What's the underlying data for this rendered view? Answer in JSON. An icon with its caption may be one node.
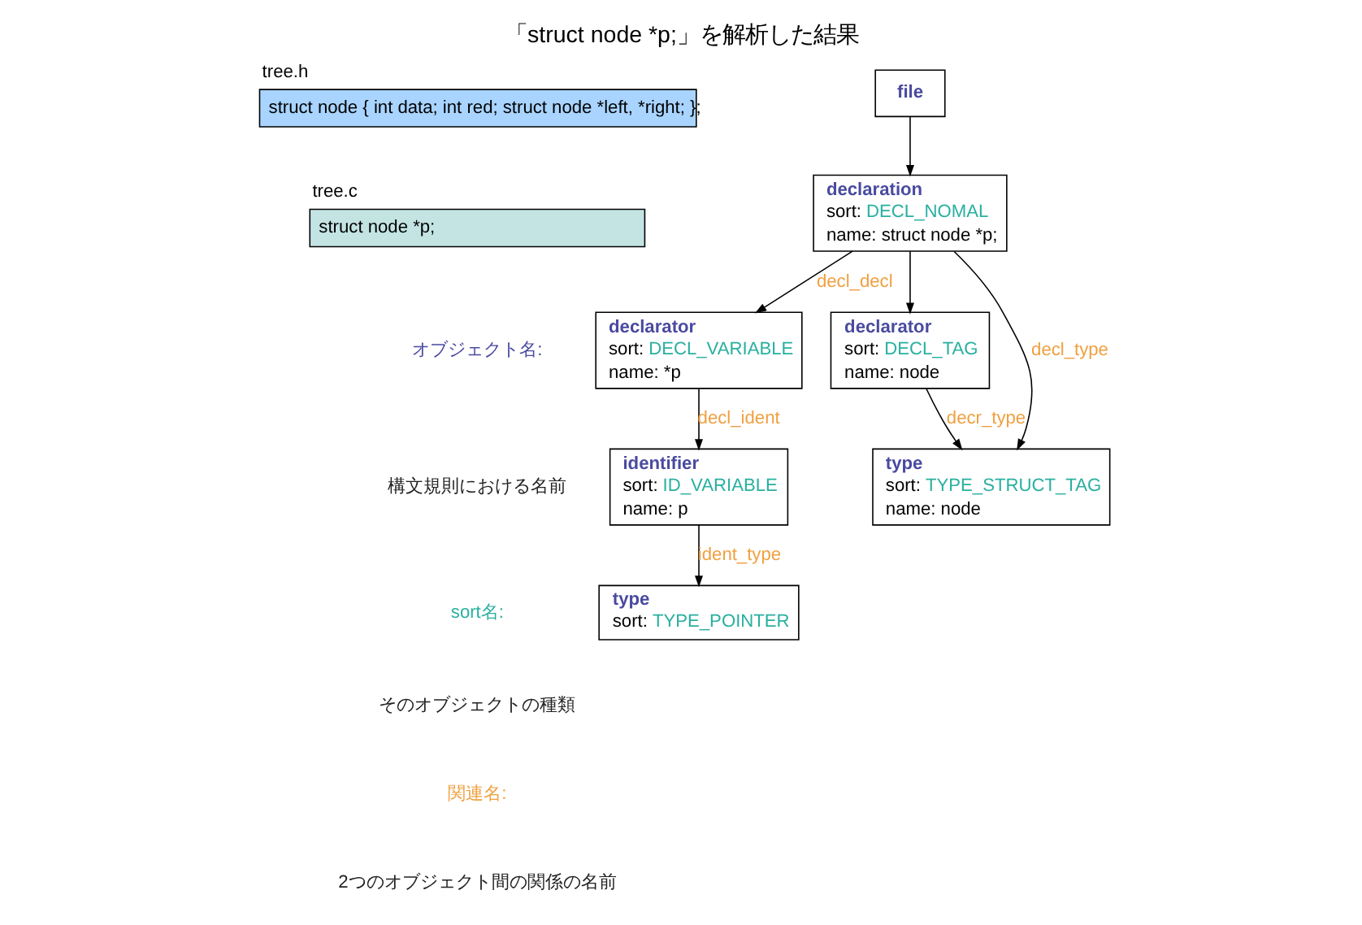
{
  "diagram": {
    "title": "「struct node *p;」を解析した結果",
    "nodes": [
      {
        "text": [
          "tree.h",
          "struct node { int data; int red; struct node *left, *right; };"
        ]
      },
      {
        "text": [
          "tree.c",
          "struct node *p;"
        ]
      },
      {
        "text": [
          "file"
        ]
      },
      {
        "text": [
          "declaration",
          "sort: DECL_NOMAL",
          "name: struct node *p;"
        ]
      },
      {
        "text": [
          "declarator",
          "sort: DECL_VARIABLE",
          "name: *p"
        ]
      },
      {
        "text": [
          "declarator",
          "sort: DECL_TAG",
          "name: node"
        ]
      },
      {
        "text": [
          "identifier",
          "sort: ID_VARIABLE",
          "name: p"
        ]
      },
      {
        "text": [
          "type",
          "sort: TYPE_STRUCT_TAG",
          "name: node"
        ]
      },
      {
        "text": [
          "type",
          "sort: TYPE_POINTER"
        ]
      }
    ],
    "edges": [
      {
        "from": 2,
        "to": 3,
        "arrow": "to"
      },
      {
        "from": 3,
        "to": 4,
        "arrow": "to",
        "label": "decl_decl"
      },
      {
        "from": 3,
        "to": 5,
        "arrow": "to"
      },
      {
        "from": 3,
        "to": 7,
        "arrow": "to",
        "label": "decl_type"
      },
      {
        "from": 4,
        "to": 6,
        "arrow": "to",
        "label": "decl_ident"
      },
      {
        "from": 5,
        "to": 7,
        "arrow": "to",
        "label": "decr_type"
      },
      {
        "from": 6,
        "to": 8,
        "arrow": "to",
        "label": "ident_type"
      }
    ],
    "labels": [
      "オブジェクト名:",
      "構文規則における名前",
      "sort名:",
      "そのオブジェクトの種類",
      "関連名:",
      "2つのオブジェクト間の関係の名前"
    ]
  }
}
